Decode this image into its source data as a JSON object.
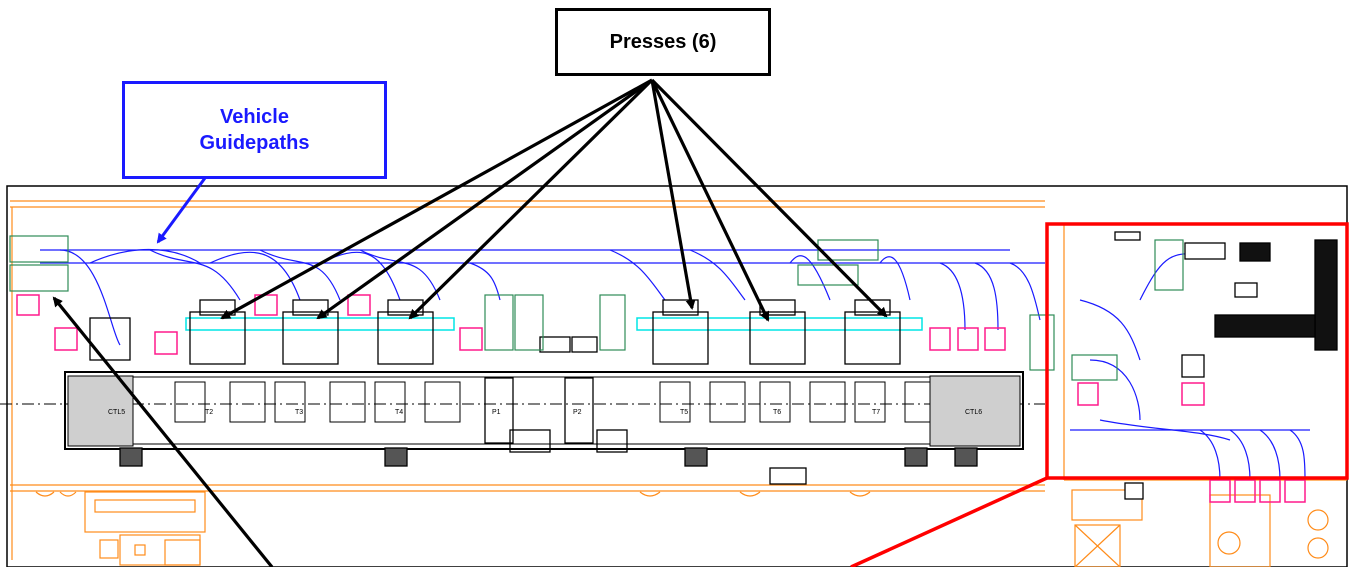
{
  "callouts": {
    "presses": "Presses (6)",
    "vehicle_line1": "Vehicle",
    "vehicle_line2": "Guidepaths"
  },
  "colors": {
    "walls": "#ff8c1a",
    "guidepaths": "#1a1aff",
    "conveyor": "#00e5e5",
    "stations": "#ff1a8c",
    "equipment": "#000000",
    "racks": "#2e8b57",
    "highlight": "#ff0000"
  },
  "stations": {
    "left": [
      "CTL5",
      "T2",
      "T3",
      "T4",
      "P1",
      "P2"
    ],
    "right": [
      "T5",
      "T6",
      "T7",
      "CTL6"
    ]
  }
}
